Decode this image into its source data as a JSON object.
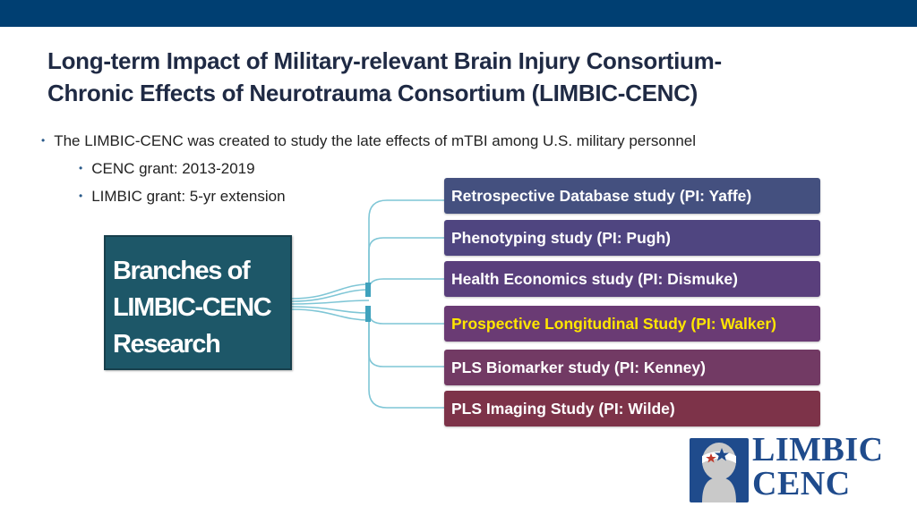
{
  "header": {
    "bar_color": "#003f72"
  },
  "title": "Long-term Impact of Military-relevant Brain Injury Consortium-\nChronic Effects of Neurotrauma Consortium (LIMBIC-CENC)",
  "title_line1": "Long-term Impact of Military-relevant Brain Injury Consortium-",
  "title_line2": "Chronic Effects of Neurotrauma Consortium (LIMBIC-CENC)",
  "bullets": {
    "main": "The LIMBIC-CENC was created to study the late effects of mTBI among U.S. military personnel",
    "sub": [
      "CENC grant: 2013-2019",
      "LIMBIC grant: 5-yr extension"
    ]
  },
  "branches": {
    "line1": "Branches of",
    "line2": "LIMBIC-CENC",
    "line3": "Research",
    "color": "#1d5768"
  },
  "studies": [
    {
      "label": "Retrospective Database study (PI: Yaffe)",
      "color": "#44507f"
    },
    {
      "label": "Phenotyping study (PI: Pugh)",
      "color": "#4f4580"
    },
    {
      "label": "Health Economics study (PI: Dismuke)",
      "color": "#5a3f7c"
    },
    {
      "label": "Prospective Longitudinal Study (PI: Walker)",
      "color": "#6a3b74",
      "highlight": true
    },
    {
      "label": "PLS Biomarker study (PI: Kenney)",
      "color": "#723a64"
    },
    {
      "label": "PLS Imaging Study (PI: Wilde)",
      "color": "#7d3349"
    }
  ],
  "logo": {
    "line1": "LIMBIC",
    "line2": "CENC",
    "text_color": "#1f4b8c"
  }
}
